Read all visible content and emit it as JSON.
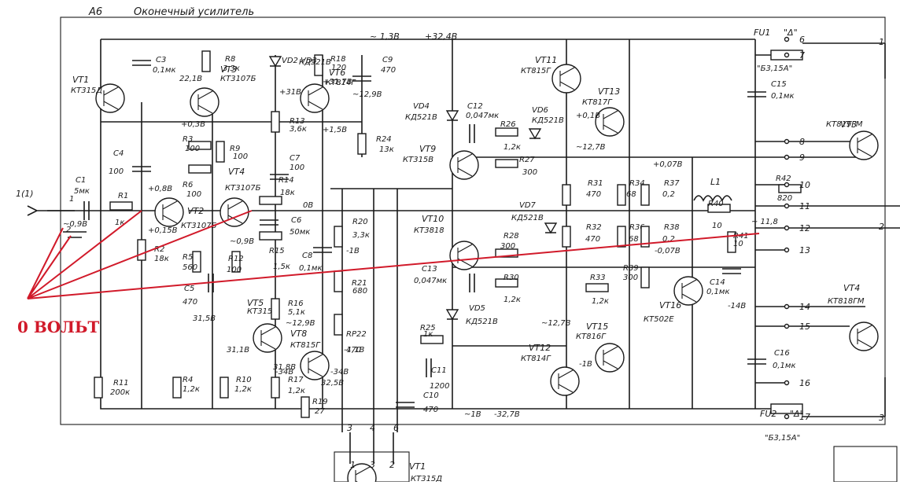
{
  "header": {
    "block_id": "А6",
    "title": "Оконечный усилитель",
    "rail_top_1": "~ 1,3В",
    "rail_top_2": "+32,4В"
  },
  "annotation": {
    "label": "0 ВОЛЬТ",
    "color": "#d11a2a"
  },
  "input": {
    "connector": "1(1)",
    "pin1": "1",
    "pin2": "2",
    "v_in": "~0,9В"
  },
  "transistors": {
    "VT1": {
      "name": "VT1",
      "type": "КТ315Д"
    },
    "VT2": {
      "name": "VT2",
      "type": "КТ3107Б",
      "v": "+0,15В"
    },
    "VT3": {
      "name": "VT3",
      "type": "КТ3107Б",
      "v": "22,1В"
    },
    "VT4": {
      "name": "VT4",
      "type": "КТ3107Б"
    },
    "VT5": {
      "name": "VT5",
      "type": "КТ315Б",
      "v": "31,1В"
    },
    "VT6": {
      "name": "VT6",
      "type": "КТ814Г",
      "v": "+31,7В"
    },
    "VT8": {
      "name": "VT8",
      "type": "КТ815Г",
      "v": "31,8В"
    },
    "VT9": {
      "name": "VT9",
      "type": "КТ315В"
    },
    "VT10": {
      "name": "VT10",
      "type": "КТ3818"
    },
    "VT11": {
      "name": "VT11",
      "type": "КТ815Г"
    },
    "VT12": {
      "name": "VT12",
      "type": "КТ814Г"
    },
    "VT13": {
      "name": "VT13",
      "type": "КТ817Г"
    },
    "VT15": {
      "name": "VT15",
      "type": "КТ816Г"
    },
    "VT16": {
      "name": "VT16",
      "type": "КТ502Е"
    },
    "VT3ext": {
      "name": "VT3",
      "type": "КТ819ГМ"
    },
    "VT4ext": {
      "name": "VT4",
      "type": "КТ818ГМ"
    },
    "VT1bot": {
      "name": "VT1",
      "type": "КТ315Д"
    }
  },
  "resistors": {
    "R1": {
      "name": "R1",
      "val": "1к"
    },
    "R2": {
      "name": "R2",
      "val": "18к"
    },
    "R3": {
      "name": "R3",
      "val": "100"
    },
    "R4": {
      "name": "R4",
      "val": "1,2к"
    },
    "R5": {
      "name": "R5",
      "val": "560"
    },
    "R6": {
      "name": "R6",
      "val": "100"
    },
    "R8": {
      "name": "R8",
      "val": "3,3к"
    },
    "R9": {
      "name": "R9",
      "val": "100"
    },
    "R10": {
      "name": "R10",
      "val": "1,2к"
    },
    "R11": {
      "name": "R11",
      "val": "200к"
    },
    "R12": {
      "name": "R12",
      "val": "100"
    },
    "R13": {
      "name": "R13",
      "val": "3,6к"
    },
    "R14": {
      "name": "R14",
      "val": "18к"
    },
    "R15": {
      "name": "R15",
      "val": "1,5к"
    },
    "R16": {
      "name": "R16",
      "val": "5,1к"
    },
    "R17": {
      "name": "R17",
      "val": "1,2к"
    },
    "R18": {
      "name": "R18",
      "val": "120"
    },
    "R19": {
      "name": "R19",
      "val": "27"
    },
    "R20": {
      "name": "R20",
      "val": "3,3к"
    },
    "R21": {
      "name": "R21",
      "val": "680"
    },
    "R22": {
      "name": "RP22",
      "val": "470"
    },
    "R24": {
      "name": "R24",
      "val": "13к"
    },
    "R25": {
      "name": "R25",
      "val": "1к"
    },
    "R26": {
      "name": "R26",
      "val": "1,2к"
    },
    "R27": {
      "name": "R27",
      "val": "300"
    },
    "R28": {
      "name": "R28",
      "val": "300"
    },
    "R30": {
      "name": "R30",
      "val": "1,2к"
    },
    "R31": {
      "name": "R31",
      "val": "470"
    },
    "R32": {
      "name": "R32",
      "val": "470"
    },
    "R33": {
      "name": "R33",
      "val": "1,2к"
    },
    "R34": {
      "name": "R34",
      "val": "68"
    },
    "R36": {
      "name": "R36",
      "val": "68"
    },
    "R37": {
      "name": "R37",
      "val": "0,2"
    },
    "R38": {
      "name": "R38",
      "val": "0,2"
    },
    "R39": {
      "name": "R39",
      "val": "300"
    },
    "R40": {
      "name": "R40",
      "val": "10"
    },
    "R41": {
      "name": "R41",
      "val": "10"
    },
    "R42": {
      "name": "R42",
      "val": "820"
    }
  },
  "capacitors": {
    "C1": {
      "name": "C1",
      "val": "5мк"
    },
    "C3": {
      "name": "C3",
      "val": "0,1мк"
    },
    "C4": {
      "name": "C4",
      "val": "100"
    },
    "C5": {
      "name": "C5",
      "val": "470"
    },
    "C6": {
      "name": "C6",
      "val": "50мк"
    },
    "C7": {
      "name": "C7",
      "val": "100"
    },
    "C8": {
      "name": "C8",
      "val": "0,1мк"
    },
    "C9": {
      "name": "C9",
      "val": "470"
    },
    "C10": {
      "name": "C10",
      "val": "470"
    },
    "C11": {
      "name": "C11",
      "val": "1200"
    },
    "C12": {
      "name": "C12",
      "val": "0,047мк"
    },
    "C13": {
      "name": "C13",
      "val": "0,047мк"
    },
    "C14": {
      "name": "C14",
      "val": "0,1мк"
    },
    "C15": {
      "name": "C15",
      "val": "0,1мк"
    },
    "C16": {
      "name": "C16",
      "val": "0,1мк"
    }
  },
  "diodes": {
    "VD2": {
      "name": "VD2 VD3",
      "type": "КД521В"
    },
    "VD4": {
      "name": "VD4",
      "type": "КД521В"
    },
    "VD5": {
      "name": "VD5",
      "type": "КД521В"
    },
    "VD6": {
      "name": "VD6",
      "type": "КД521В"
    },
    "VD7": {
      "name": "VD7",
      "type": "КД521В"
    }
  },
  "inductor": {
    "name": "L1"
  },
  "fuses": {
    "FU1": {
      "name": "FU1",
      "mark": "\"Δ\"",
      "type": "\"Б3,15А\""
    },
    "FU2": {
      "name": "FU2",
      "mark": "\"Δ\"",
      "type": "\"Б3,15А\""
    }
  },
  "voltages": {
    "v038": "+0,3В",
    "v088": "+0,8В",
    "v098": "~0,9В",
    "v08": "0В",
    "v158": "+1,5В",
    "v318": "+31В",
    "v3178": "+31,7В",
    "v1298a": "~12,9В",
    "v018": "+0,1В",
    "v1278a": "~12,7В",
    "v0078": "+0,07В",
    "v148": "~ 11,8",
    "v0078n": "-0,07В",
    "v14n": "-14В",
    "v18": "-1В",
    "v118": "-1,1В",
    "v3158": "31,5В",
    "v1298b": "~12,9В",
    "v348": "-34В",
    "v3258": "32,5В",
    "v348b": "-34В",
    "v1278b": "~12,7В",
    "v18b": "-1В",
    "v18c": "~1В",
    "v327": "-32,7В"
  },
  "terminals": [
    "6",
    "7",
    "8",
    "9",
    "10",
    "11",
    "12",
    "13",
    "14",
    "15",
    "16",
    "17"
  ],
  "right_pins": [
    "1",
    "2",
    "3"
  ],
  "bottom_pins": [
    "3",
    "4",
    "6"
  ],
  "bottom_pins2": [
    "1",
    "3",
    "2"
  ]
}
